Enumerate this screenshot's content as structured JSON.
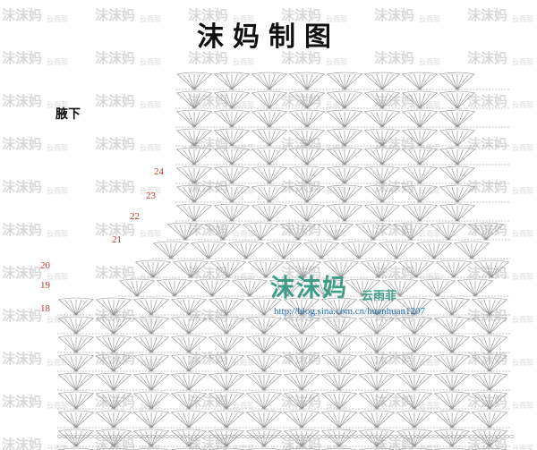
{
  "title": "沫妈制图",
  "section_label": "腋下",
  "row_numbers": [
    "24",
    "23",
    "22",
    "21",
    "20",
    "19",
    "18"
  ],
  "logo": {
    "text": "沫沫妈",
    "subtitle": "云雨菲",
    "url": "http://blog.sina.com.cn/huanhuan1207",
    "color": "#3f9c86"
  },
  "watermark": {
    "text": "沫沫妈",
    "subtext": "云雨菲",
    "color": "#d9d9d9"
  },
  "colors": {
    "row_number": "#c0392b",
    "stitch": "#8a8a8a"
  }
}
